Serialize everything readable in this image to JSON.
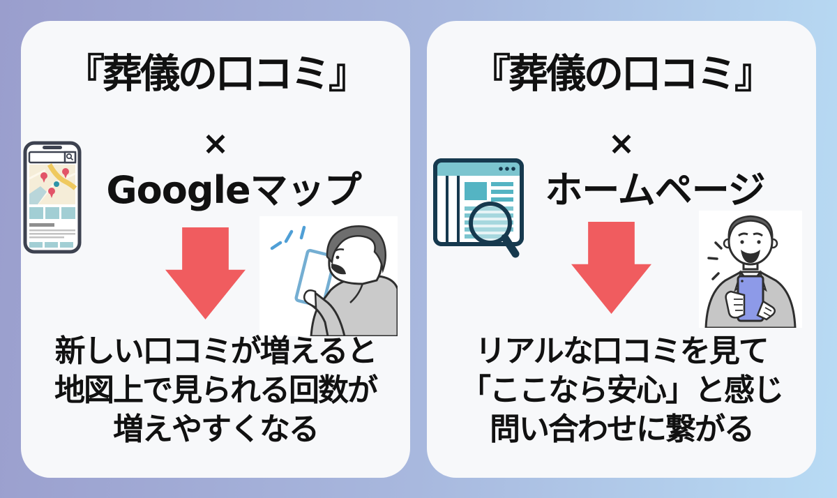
{
  "colors": {
    "bg_left": "#9a9ecd",
    "bg_mid": "#a8b8de",
    "bg_right": "#b8dbf4",
    "panel_bg": "#f7f8fa",
    "text_black": "#111111",
    "arrow_red": "#f05c5f",
    "teal_accent": "#7cc5cf",
    "navy_outline": "#16394e",
    "map_pin_red": "#e25468",
    "sparkle_blue": "#4f9fd6",
    "phone_violet": "#8d9ae8"
  },
  "left_panel": {
    "title": "『葬儀の口コミ』",
    "multiply": "×",
    "subtitle": "Googleマップ",
    "icons": {
      "phone_map": "smartphone-google-map-illustration",
      "arrow": "red-down-arrow",
      "person": "man-profile-looking-at-phone-illustration"
    },
    "description_lines": [
      "新しい口コミが増えると",
      "地図上で見られる回数が",
      "増えやすくなる"
    ]
  },
  "right_panel": {
    "title": "『葬儀の口コミ』",
    "multiply": "×",
    "subtitle": "ホームページ",
    "icons": {
      "browser_search": "browser-with-magnifier-illustration",
      "arrow": "red-down-arrow",
      "person": "man-front-holding-phone-illustration"
    },
    "description_lines": [
      "リアルな口コミを見て",
      "「ここなら安心」と感じ",
      "問い合わせに繋がる"
    ]
  }
}
